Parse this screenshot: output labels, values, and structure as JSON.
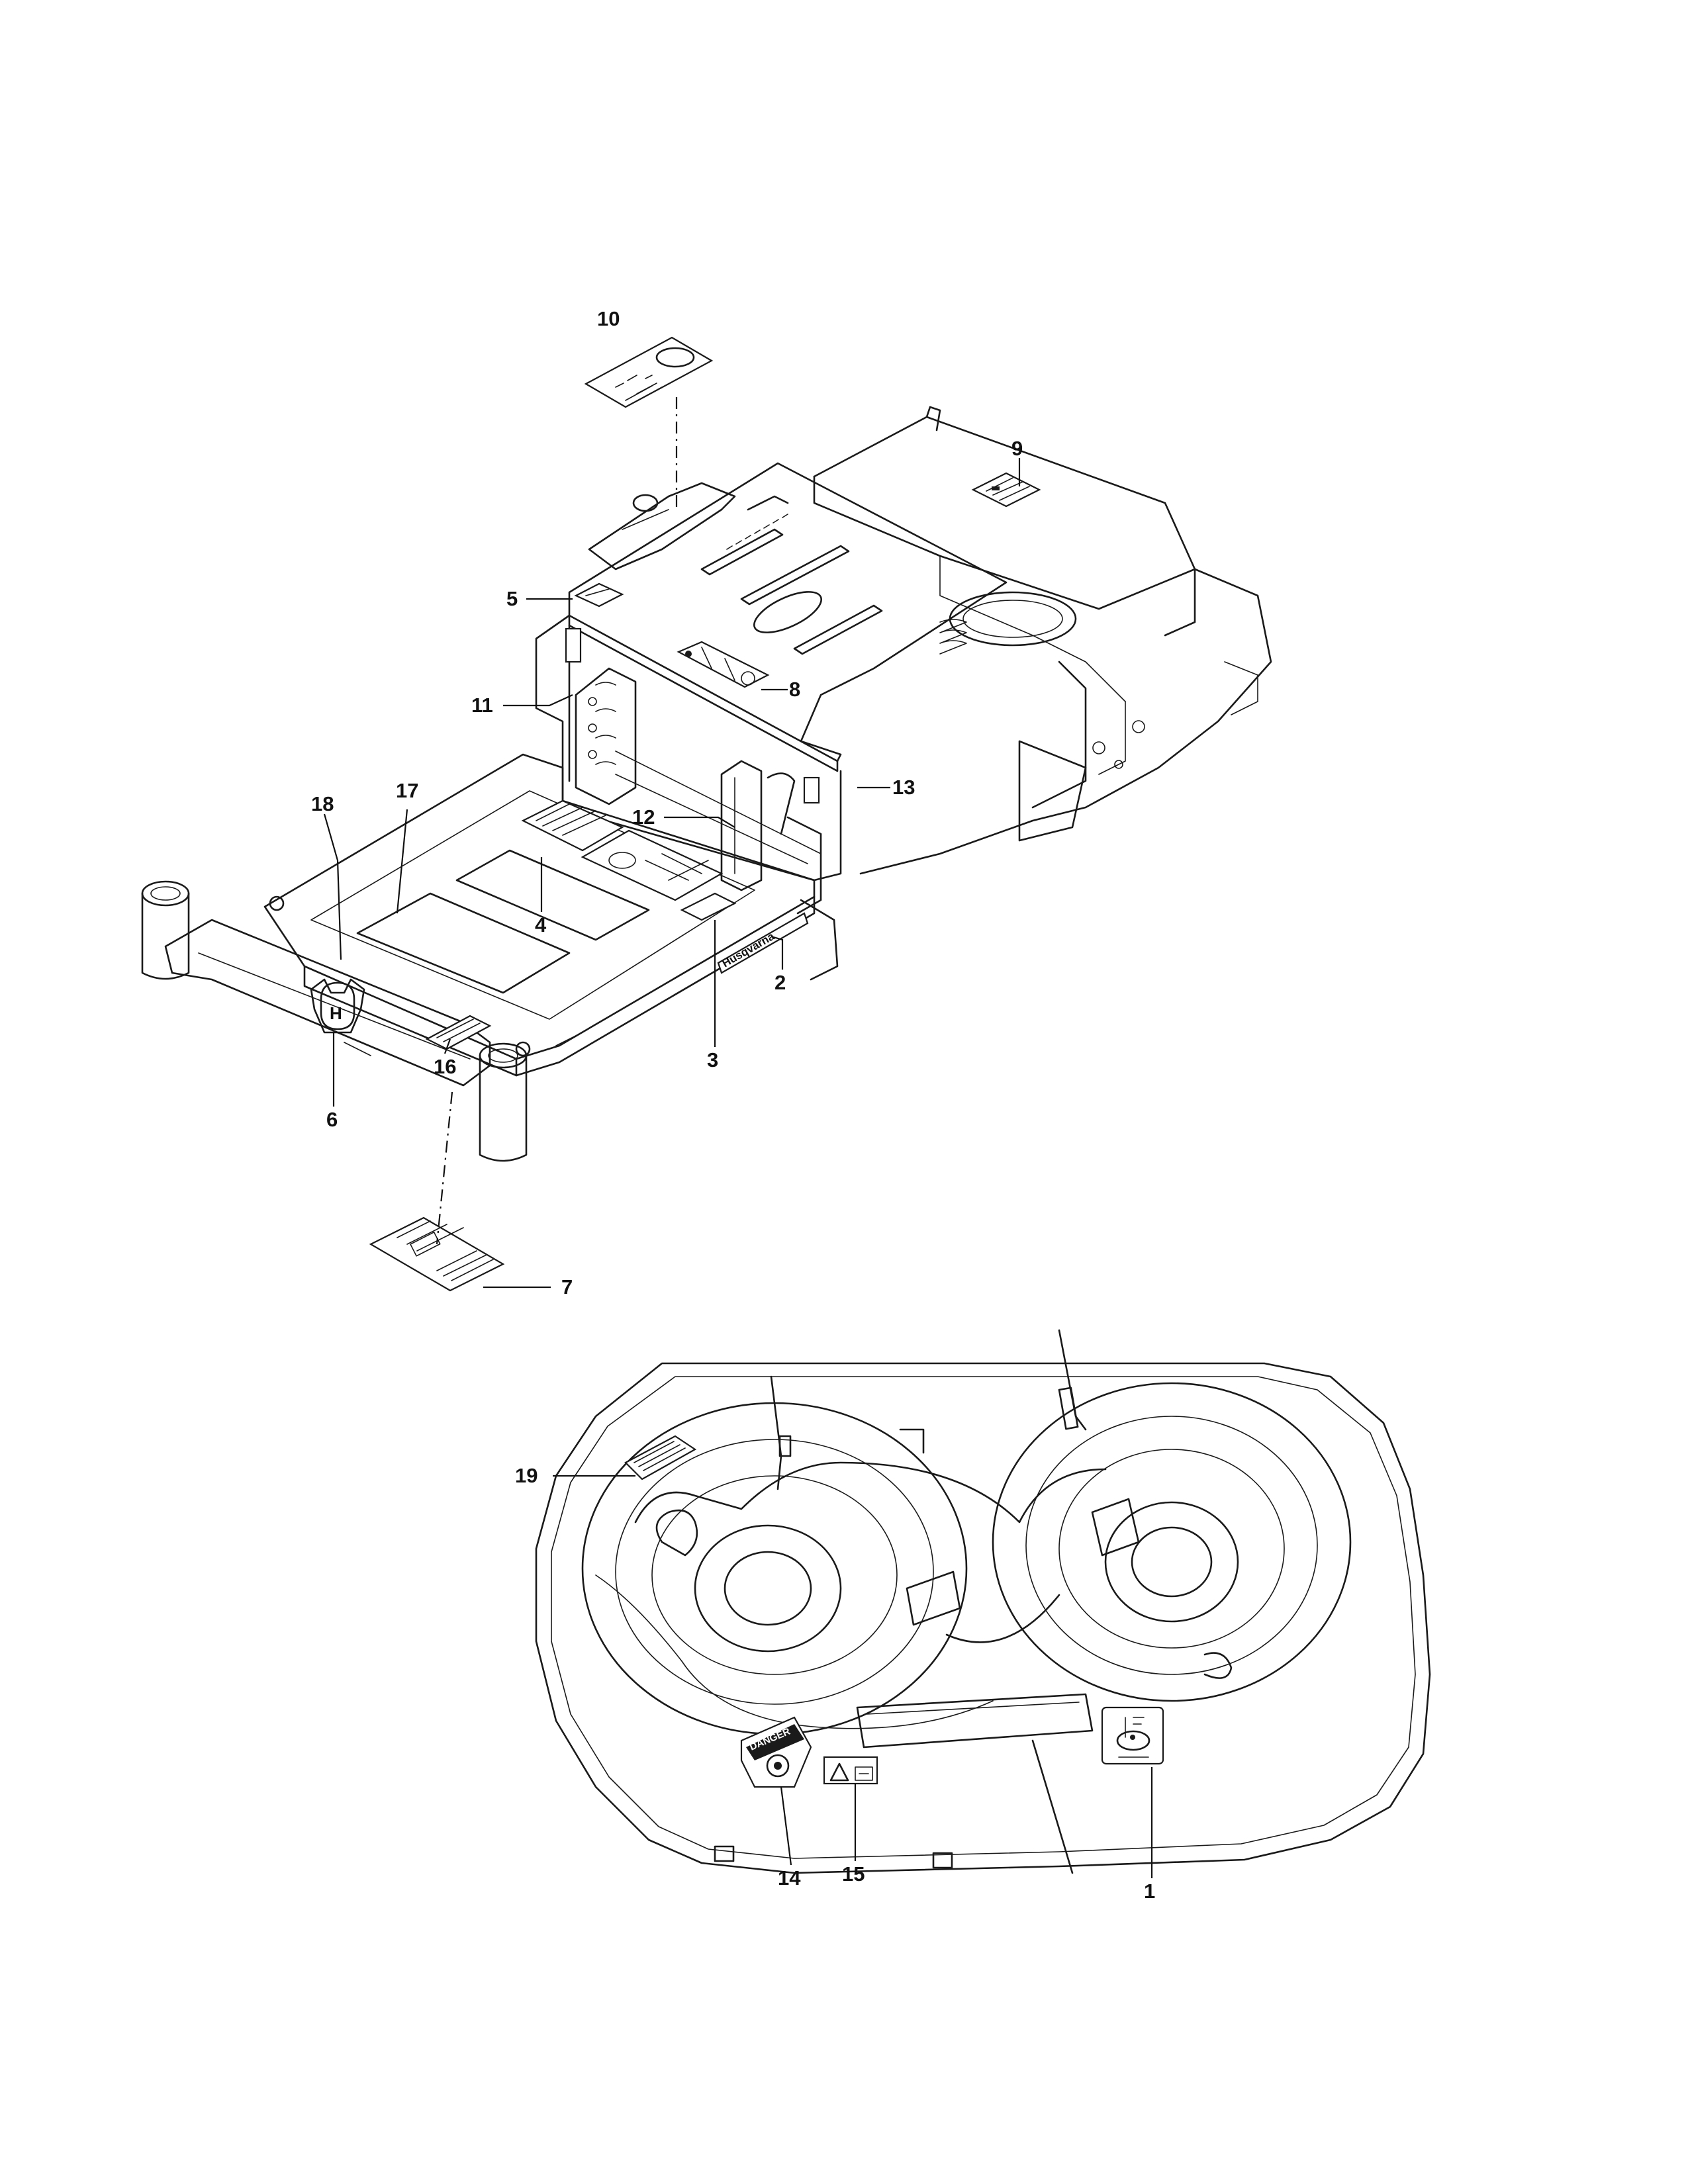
{
  "callouts": [
    {
      "id": "10",
      "label": "10"
    },
    {
      "id": "9",
      "label": "9"
    },
    {
      "id": "5",
      "label": "5"
    },
    {
      "id": "8",
      "label": "8"
    },
    {
      "id": "11",
      "label": "11"
    },
    {
      "id": "13",
      "label": "13"
    },
    {
      "id": "17",
      "label": "17"
    },
    {
      "id": "18",
      "label": "18"
    },
    {
      "id": "12",
      "label": "12"
    },
    {
      "id": "4",
      "label": "4"
    },
    {
      "id": "2",
      "label": "2"
    },
    {
      "id": "3",
      "label": "3"
    },
    {
      "id": "16",
      "label": "16"
    },
    {
      "id": "6",
      "label": "6"
    },
    {
      "id": "7",
      "label": "7"
    },
    {
      "id": "19",
      "label": "19"
    },
    {
      "id": "1",
      "label": "1"
    },
    {
      "id": "14",
      "label": "14"
    },
    {
      "id": "15",
      "label": "15"
    }
  ],
  "labels": {
    "danger_decal": "DANGER",
    "brand_logo": "Husqvarna",
    "brand_mark": "H"
  },
  "colors": {
    "line": "#1a1a1a",
    "background": "#ffffff"
  }
}
